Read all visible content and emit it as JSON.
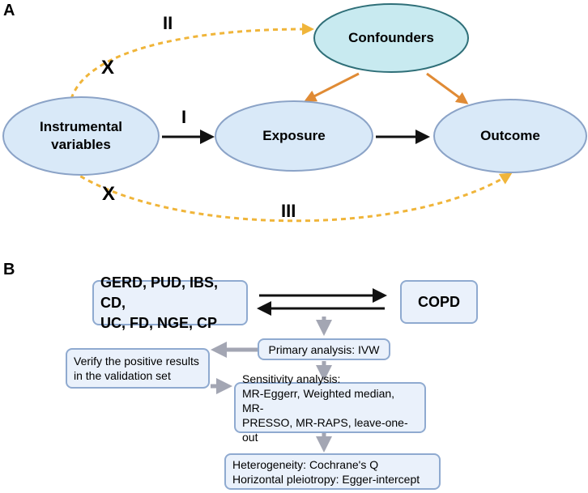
{
  "panel_a": {
    "label": "A",
    "nodes": {
      "instrumental": [
        "Instrumental",
        "variables"
      ],
      "exposure": "Exposure",
      "outcome": "Outcome",
      "confounders": "Confounders"
    },
    "path_labels": {
      "i": "I",
      "ii": "II",
      "iii": "III"
    },
    "violation_mark": "X"
  },
  "panel_b": {
    "label": "B",
    "exposures": [
      "GERD, PUD, IBS, CD,",
      "UC, FD, NGE, CP"
    ],
    "outcome": "COPD",
    "primary": "Primary analysis: IVW",
    "validation": [
      "Verify the positive results",
      "in the validation set"
    ],
    "sensitivity": [
      "Sensitivity analysis:",
      "MR-Eggerr, Weighted median, MR-",
      "PRESSO, MR-RAPS, leave-one-out"
    ],
    "heterogeneity": [
      "Heterogeneity: Cochrane's Q",
      "Horizontal pleiotropy: Egger-intercept"
    ]
  },
  "colors": {
    "node_fill": "#d9e9f8",
    "node_stroke": "#8ba3c7",
    "confounder_fill": "#c8eaf0",
    "confounder_stroke": "#2f6f78",
    "dashed_arrow": "#f0b53a",
    "confounder_arrow": "#e08b35",
    "flow_arrow": "#a3a6b3",
    "box_fill": "#eaf1fb",
    "box_stroke": "#8faad0"
  }
}
